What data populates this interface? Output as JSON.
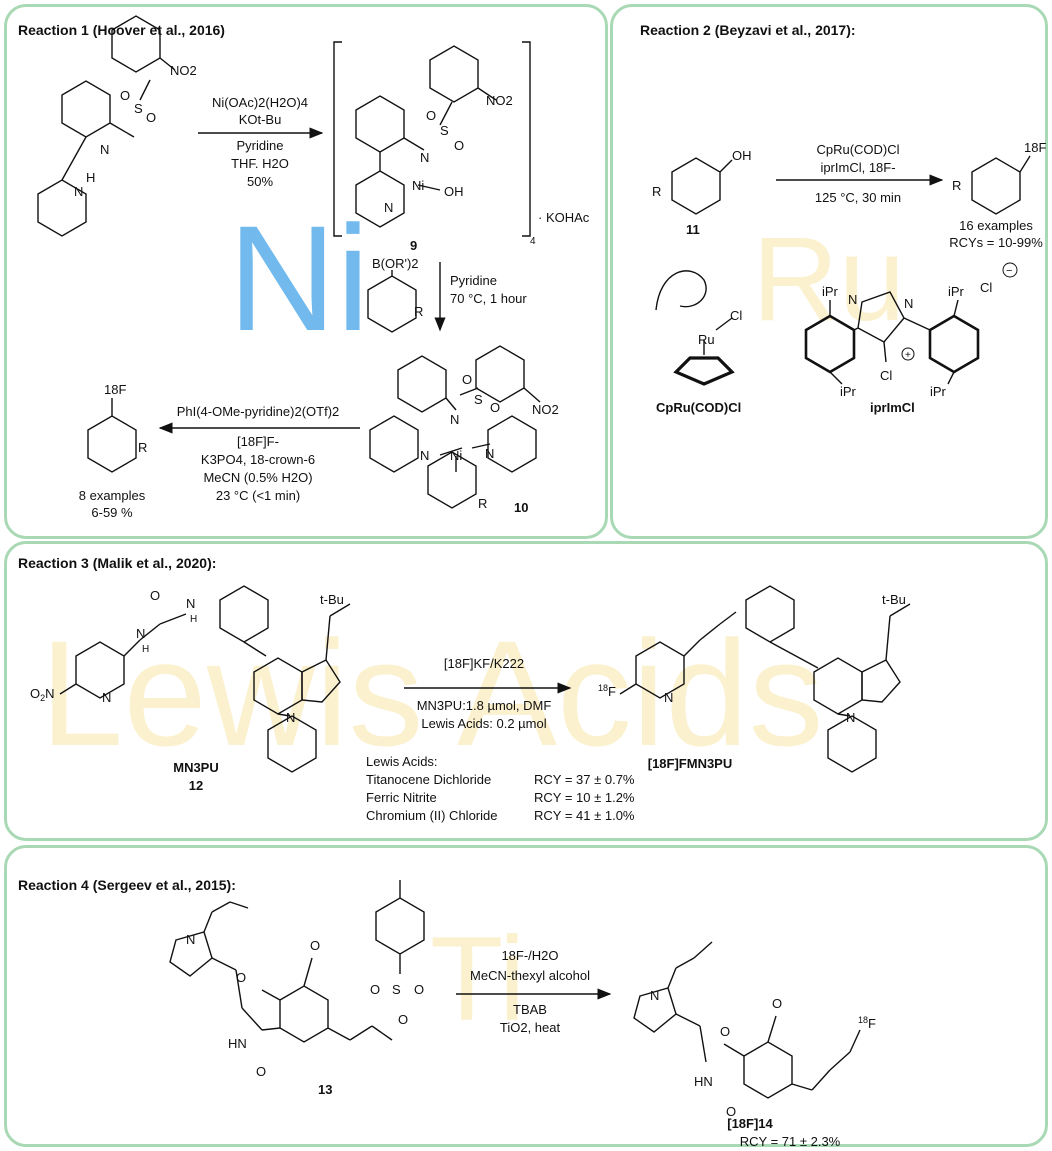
{
  "colors": {
    "panel_border": "#a9d9b4",
    "ni_watermark": "#5aaeea",
    "watermark_faint": "#fbf1cf"
  },
  "panel1": {
    "title": "Reaction 1 (Hoover et al., 2016)",
    "watermark": "Ni",
    "no2": "NO2",
    "reagent1": "Ni(OAc)2(H2O)4",
    "reagent2": "KOt-Bu",
    "reagent3": "Pyridine",
    "reagent4": "THF. H2O",
    "yield": "50%",
    "complex_suffix": "· KOHAc",
    "sub4": "4",
    "label9": "9",
    "boronic": "B(OR')2",
    "step2_reagent": "Pyridine",
    "step2_cond": "70 °C, 1 hour",
    "label10": "10",
    "step3_r1": "PhI(4-OMe-pyridine)2(OTf)2",
    "step3_r2": "[18F]F-",
    "step3_r3": "K3PO4, 18-crown-6",
    "step3_r4": "MeCN (0.5% H2O)",
    "step3_r5": "23 °C (<1 min)",
    "prod_f": "18F",
    "examples": "8 examples",
    "range": "6-59 %"
  },
  "panel2": {
    "title": "Reaction 2 (Beyzavi et al., 2017):",
    "watermark": "Ru",
    "oh": "OH",
    "r": "R",
    "label11": "11",
    "reagent1": "CpRu(COD)Cl",
    "reagent2": "iprImCl, 18F-",
    "cond": "125 °C, 30 min",
    "prod_f": "18F",
    "examples": "16 examples",
    "rcys": "RCYs = 10-99%",
    "cat1_label": "CpRu(COD)Cl",
    "cat2_label": "iprImCl",
    "ru": "Ru",
    "cl": "Cl",
    "ipr": "iPr"
  },
  "panel3": {
    "title": "Reaction 3 (Malik et al., 2020):",
    "watermark": "Lewis Acids",
    "tbu": "t-Bu",
    "reagent1": "[18F]KF/K222",
    "reagent2": "MN3PU:1.8 µmol, DMF",
    "reagent3": "Lewis Acids: 0.2 µmol",
    "sm_name": "MN3PU",
    "sm_num": "12",
    "prod_name": "[18F]FMN3PU",
    "la_header": "Lewis Acids:",
    "lewis_acids": [
      {
        "name": "Titanocene Dichloride",
        "rcy": "RCY = 37 ± 0.7%"
      },
      {
        "name": "Ferric Nitrite",
        "rcy": "RCY = 10 ± 1.2%"
      },
      {
        "name": "Chromium (II) Chloride",
        "rcy": "RCY = 41 ± 1.0%"
      }
    ]
  },
  "panel4": {
    "title": "Reaction 4 (Sergeev et al., 2015):",
    "watermark": "Ti",
    "reagent1": "18F-/H2O",
    "reagent2": "MeCN-thexyl alcohol",
    "reagent3": "TBAB",
    "reagent4": "TiO2, heat",
    "sm_num": "13",
    "prod_name": "[18F]14",
    "rcy": "RCY = 71 ± 2.3%"
  }
}
